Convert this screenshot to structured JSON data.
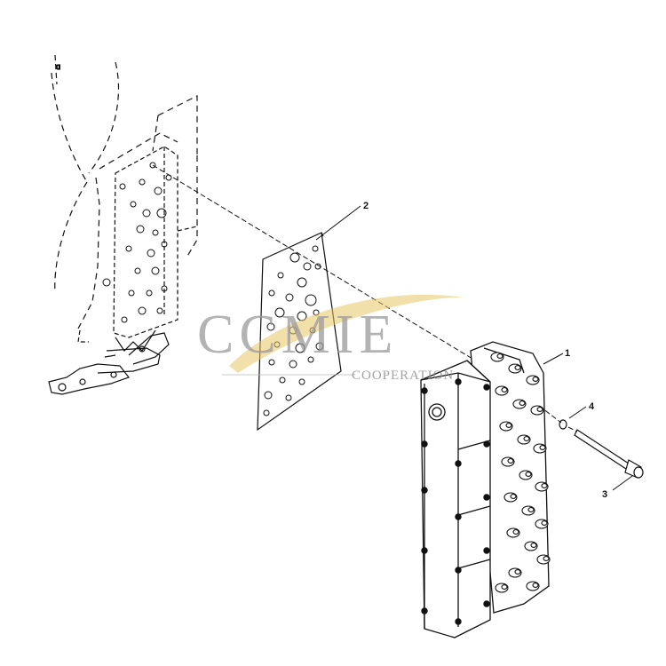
{
  "callouts": {
    "part1": "1",
    "part2": "2",
    "part3": "3",
    "part4": "4"
  },
  "watermark": {
    "brand": "CCMIE",
    "tagline": "COOPERATION",
    "swoosh_color": "#e8c766",
    "text_color": "#9a9a9a"
  },
  "colors": {
    "ink": "#111111",
    "background": "#ffffff"
  }
}
